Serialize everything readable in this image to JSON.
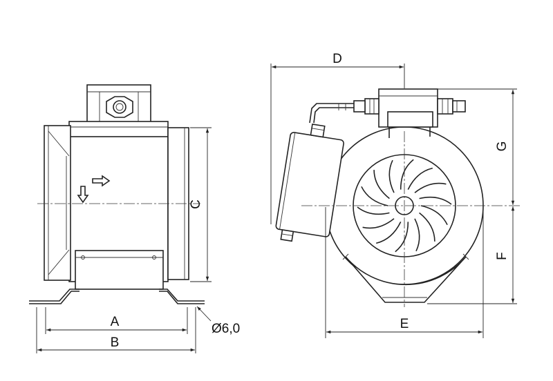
{
  "labels": {
    "A": "A",
    "B": "B",
    "C": "C",
    "D": "D",
    "E": "E",
    "F": "F",
    "G": "G",
    "hole": "Ø6,0"
  }
}
